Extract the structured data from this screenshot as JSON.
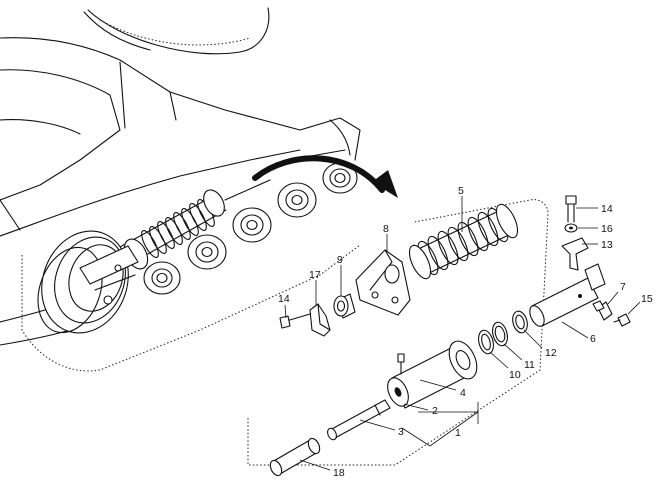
{
  "callouts": [
    {
      "id": "c1",
      "text": "1"
    },
    {
      "id": "c2",
      "text": "2"
    },
    {
      "id": "c3",
      "text": "3"
    },
    {
      "id": "c4",
      "text": "4"
    },
    {
      "id": "c5",
      "text": "5"
    },
    {
      "id": "c6",
      "text": "6"
    },
    {
      "id": "c7",
      "text": "7"
    },
    {
      "id": "c8",
      "text": "8"
    },
    {
      "id": "c9",
      "text": "9"
    },
    {
      "id": "c10",
      "text": "10"
    },
    {
      "id": "c11",
      "text": "11"
    },
    {
      "id": "c12",
      "text": "12"
    },
    {
      "id": "c13",
      "text": "13"
    },
    {
      "id": "c14a",
      "text": "14"
    },
    {
      "id": "c14b",
      "text": "14"
    },
    {
      "id": "c15",
      "text": "15"
    },
    {
      "id": "c16",
      "text": "16"
    },
    {
      "id": "c17",
      "text": "17"
    },
    {
      "id": "c18",
      "text": "18"
    }
  ]
}
